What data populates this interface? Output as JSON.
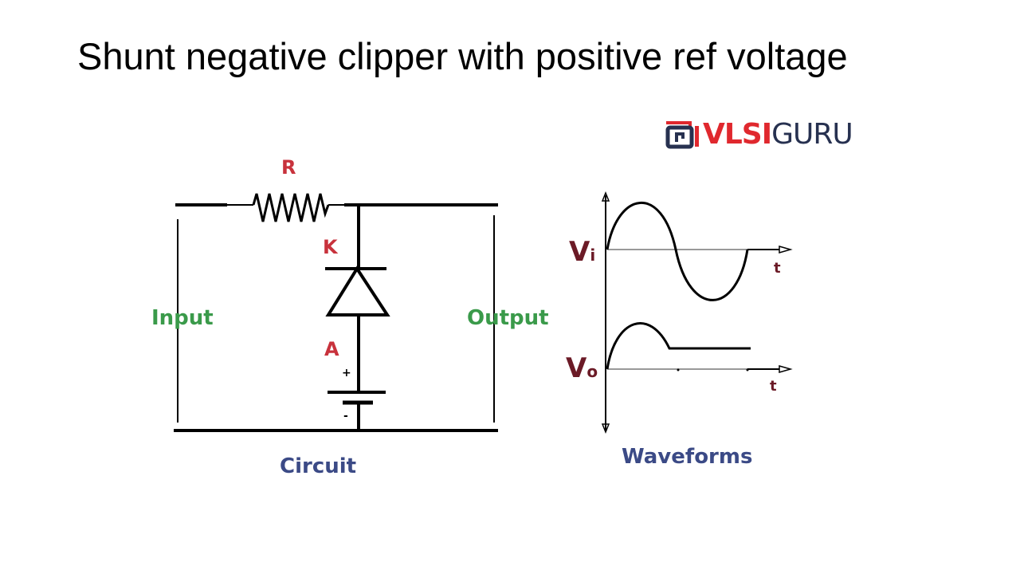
{
  "slide": {
    "title": "Shunt negative clipper with positive ref voltage"
  },
  "logo": {
    "text_red": "VLSI",
    "text_navy": "GURU"
  },
  "circuit": {
    "caption": "Circuit",
    "resistor_label": "R",
    "cathode_label": "K",
    "anode_label": "A",
    "battery_plus": "+",
    "battery_minus": "-",
    "input_label": "Input",
    "output_label": "Output"
  },
  "waveforms": {
    "caption": "Waveforms",
    "vi_label_main": "V",
    "vi_label_sub": "i",
    "vo_label_main": "V",
    "vo_label_sub": "o",
    "t_label_top": "t",
    "t_label_bottom": "t"
  },
  "colors": {
    "label_red": "#c8323c",
    "label_green": "#3a9a4a",
    "label_navy": "#3b4a86",
    "v_label": "#6b1a26",
    "logo_red": "#e0282e",
    "logo_navy": "#273150"
  }
}
